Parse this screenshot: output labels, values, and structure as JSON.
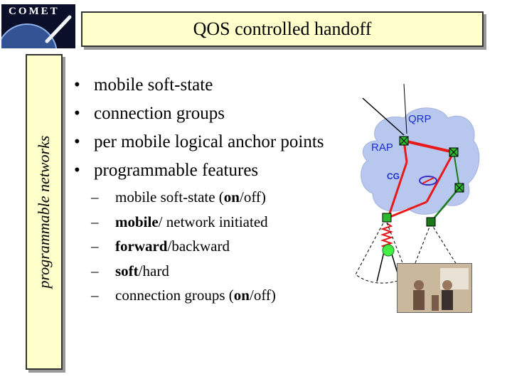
{
  "logo": {
    "text": "COMET"
  },
  "title": "QOS controlled handoff",
  "side_label": "programmable networks",
  "bullets": [
    "mobile soft-state",
    "connection groups",
    "per mobile logical anchor points",
    "programmable features"
  ],
  "sub_items": [
    {
      "a": "mobile soft-state (",
      "b": "on",
      "c": "/off)"
    },
    {
      "a": "",
      "b": "mobile",
      "c": "/ network initiated"
    },
    {
      "a": "",
      "b": "forward",
      "c": "/backward"
    },
    {
      "a": "",
      "b": "soft",
      "c": "/hard"
    },
    {
      "a": "connection groups (",
      "b": "on",
      "c": "/off)"
    }
  ],
  "diagram": {
    "qrp_label": "QRP",
    "rap_label": "RAP",
    "cg_label": "CG"
  },
  "colors": {
    "title_bg": "#ffffcc",
    "link_red": "#e8191a",
    "link_green": "#1a7a1a",
    "node_green": "#2db82d",
    "cloud": "#b8c7ee",
    "label_blue": "#1a2ed0",
    "cg_ring": "#3a2ec8"
  }
}
